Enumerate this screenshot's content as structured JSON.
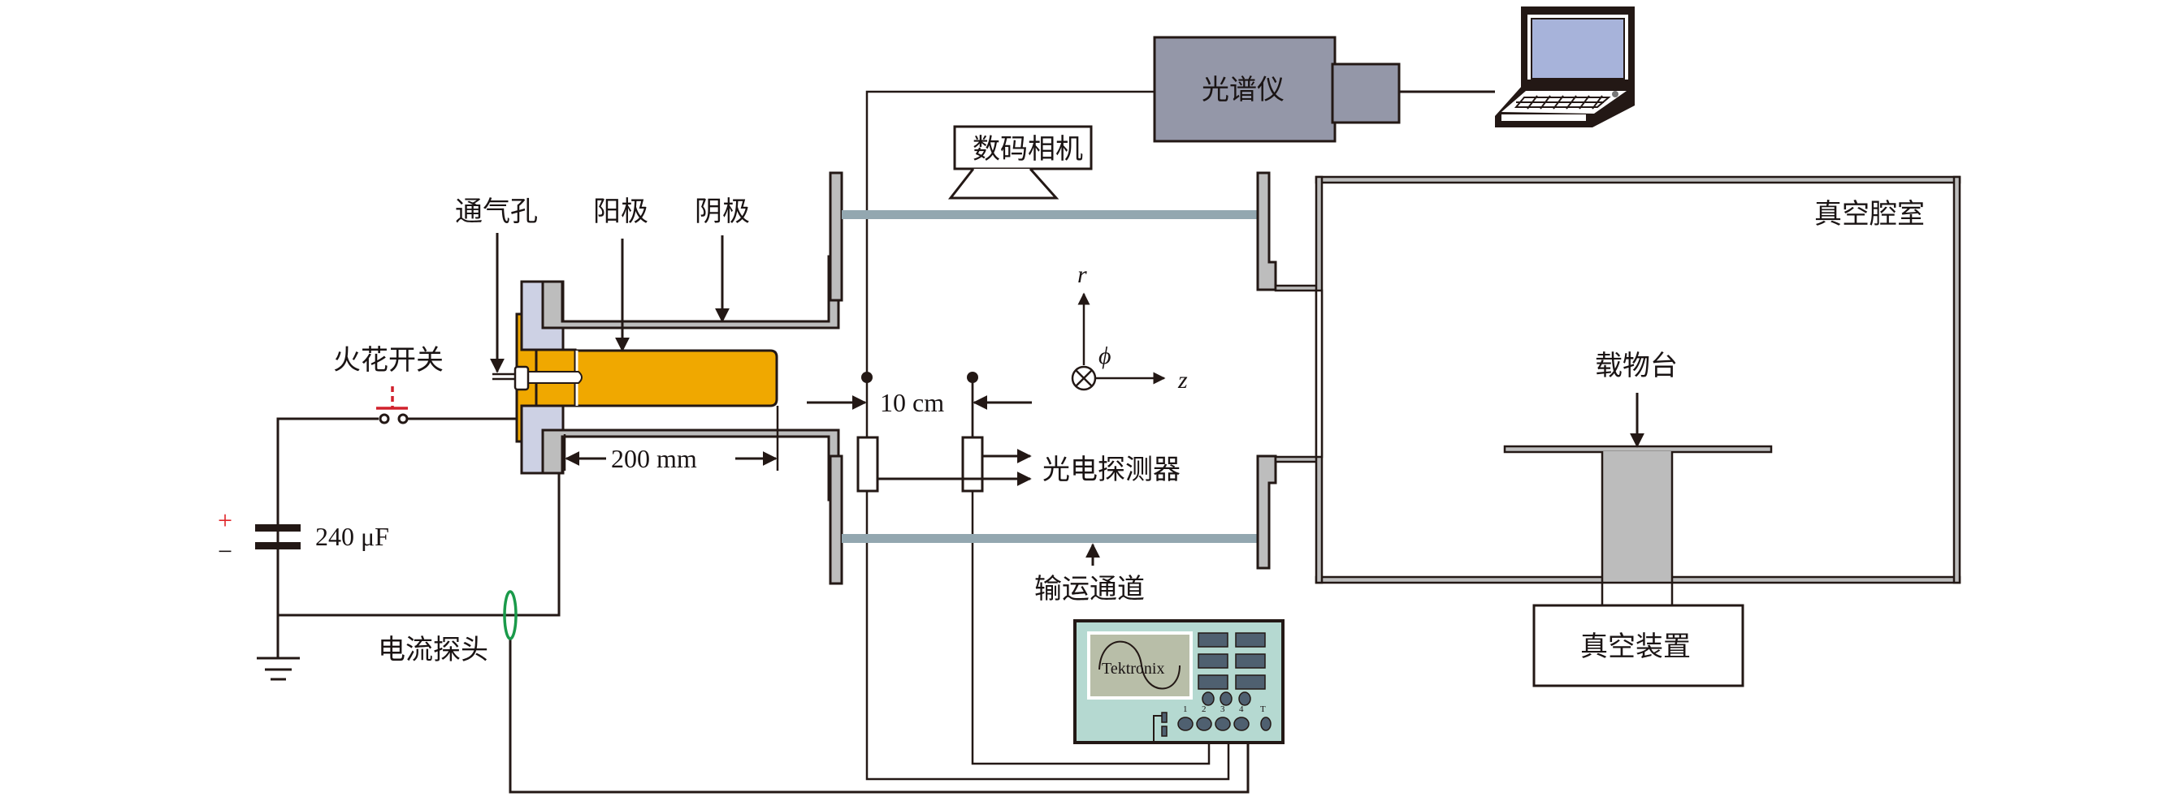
{
  "figure": {
    "labels": {
      "spectrometer": "光谱仪",
      "camera": "数码相机",
      "vacuum_chamber": "真空腔室",
      "sample_stage": "载物台",
      "vacuum_device": "真空装置",
      "vent_hole": "通气孔",
      "anode": "阳极",
      "cathode": "阴极",
      "spark_switch": "火花开关",
      "capacitance": "240 μF",
      "current_probe": "电流探头",
      "photodetector": "光电探测器",
      "transport_channel": "输运通道",
      "spacing": "10 cm",
      "electrode_length": "200 mm",
      "plus_sign": "+",
      "minus_sign": "−"
    },
    "axes": {
      "r": "r",
      "phi": "ϕ",
      "z": "z"
    },
    "oscilloscope": {
      "brand": "Tektronix",
      "channels": [
        "1",
        "2",
        "3",
        "4",
        "T"
      ]
    },
    "colors": {
      "anode": "#f0a800",
      "insulator": "#cdd1e4",
      "cathode": "#bdbdbd",
      "channel": "#93a7b0",
      "spectrometer": "#9497a8",
      "laptop_screen": "#a7b3da",
      "oscilloscope_body": "#b5d9d1",
      "oscilloscope_screen": "#b8bea8",
      "oscilloscope_button": "#4f6070",
      "probe_loop": "#1a9a4a",
      "polarity_plus": "#e0262a",
      "switch_trigger": "#d0202c",
      "stage_pillar": "#bcbcbc"
    }
  }
}
